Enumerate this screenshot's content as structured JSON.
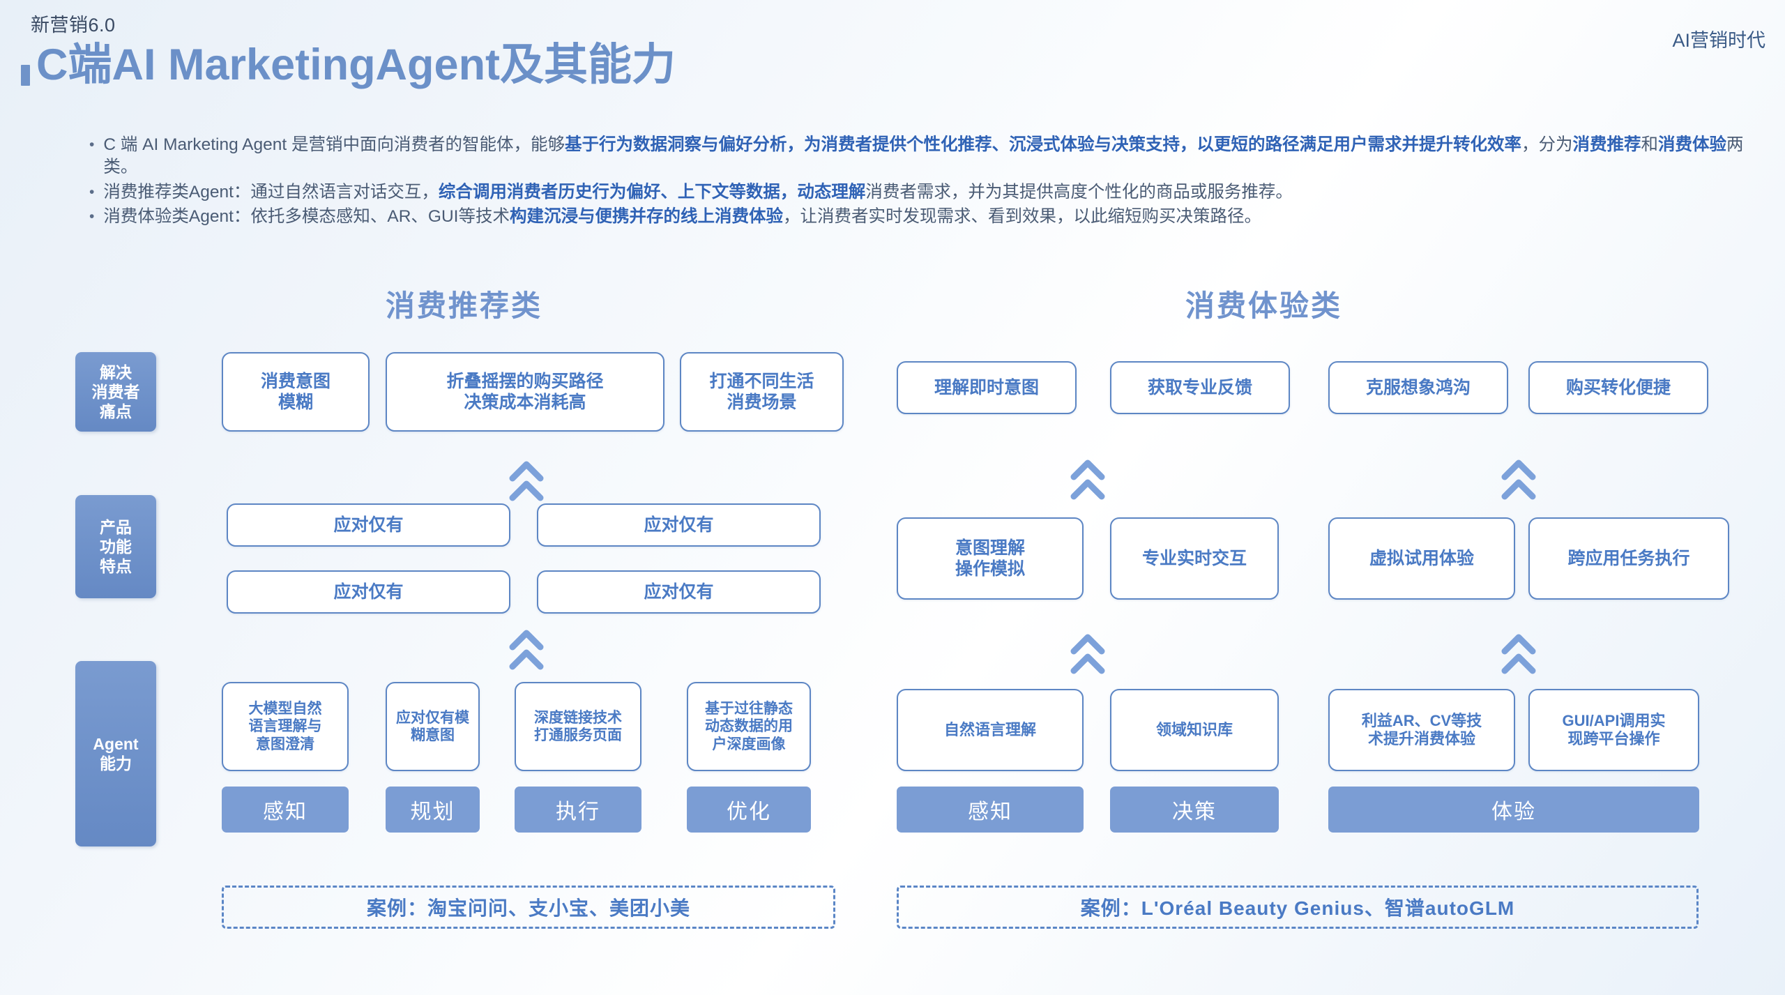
{
  "header": {
    "kicker": "新营销6.0",
    "era": "AI营销时代",
    "title": "C端AI MarketingAgent及其能力"
  },
  "bullets": [
    {
      "id": "bullet-1",
      "segments": [
        {
          "text": "C 端 AI Marketing Agent 是营销中面向消费者的智能体，能够",
          "bold": false
        },
        {
          "text": "基于行为数据洞察与偏好分析，为消费者提供个性化推荐、沉浸式体验与决策支持，以更短的路径满足用户需求并提升转化效率",
          "bold": true
        },
        {
          "text": "，分为",
          "bold": false
        },
        {
          "text": "消费推荐",
          "bold": true
        },
        {
          "text": "和",
          "bold": false
        },
        {
          "text": "消费体验",
          "bold": true
        },
        {
          "text": "两类。",
          "bold": false
        }
      ]
    },
    {
      "id": "bullet-2",
      "segments": [
        {
          "text": "消费推荐类Agent：通过自然语言对话交互，",
          "bold": false
        },
        {
          "text": "综合调用消费者历史行为偏好、上下文等数据，动态理解",
          "bold": true
        },
        {
          "text": "消费者需求，并为其提供高度个性化的商品或服务推荐。",
          "bold": false
        }
      ]
    },
    {
      "id": "bullet-3",
      "segments": [
        {
          "text": "消费体验类Agent：依托多模态感知、AR、GUI等技术",
          "bold": false
        },
        {
          "text": "构建沉浸与便携并存的线上消费体验",
          "bold": true
        },
        {
          "text": "，让消费者实时发现需求、看到效果，以此缩短购买决策路径。",
          "bold": false
        }
      ]
    }
  ],
  "columns": {
    "left_title": "消费推荐类",
    "right_title": "消费体验类"
  },
  "row_labels": {
    "pain": "解决\n消费者\n痛点",
    "pain_lines": [
      "解决",
      "消费者",
      "痛点"
    ],
    "feature_lines": [
      "产品",
      "功能",
      "特点"
    ],
    "agent_lines": [
      "Agent",
      "能力"
    ]
  },
  "left": {
    "pain_cards": [
      {
        "lines": [
          "消费意图",
          "模糊"
        ]
      },
      {
        "lines": [
          "折叠摇摆的购买路径",
          "决策成本消耗高"
        ]
      },
      {
        "lines": [
          "打通不同生活",
          "消费场景"
        ]
      }
    ],
    "feature_cards": [
      {
        "lines": [
          "应对仅有"
        ]
      },
      {
        "lines": [
          "应对仅有"
        ]
      },
      {
        "lines": [
          "应对仅有"
        ]
      },
      {
        "lines": [
          "应对仅有"
        ]
      }
    ],
    "ability_cards": [
      {
        "lines": [
          "大模型自然",
          "语言理解与",
          "意图澄清"
        ]
      },
      {
        "lines": [
          "应对仅有模",
          "糊意图"
        ]
      },
      {
        "lines": [
          "深度链接技术",
          "打通服务页面"
        ]
      },
      {
        "lines": [
          "基于过往静态",
          "动态数据的用",
          "户深度画像"
        ]
      }
    ],
    "stage_chips": [
      "感知",
      "规划",
      "执行",
      "优化"
    ],
    "case": "案例：淘宝问问、支小宝、美团小美"
  },
  "right": {
    "pain_cards": [
      {
        "lines": [
          "理解即时意图"
        ]
      },
      {
        "lines": [
          "获取专业反馈"
        ]
      },
      {
        "lines": [
          "克服想象鸿沟"
        ]
      },
      {
        "lines": [
          "购买转化便捷"
        ]
      }
    ],
    "feature_cards": [
      {
        "lines": [
          "意图理解",
          "操作模拟"
        ]
      },
      {
        "lines": [
          "专业实时交互"
        ]
      },
      {
        "lines": [
          "虚拟试用体验"
        ]
      },
      {
        "lines": [
          "跨应用任务执行"
        ]
      }
    ],
    "ability_cards": [
      {
        "lines": [
          "自然语言理解"
        ]
      },
      {
        "lines": [
          "领域知识库"
        ]
      },
      {
        "lines": [
          "利益AR、CV等技",
          "术提升消费体验"
        ]
      },
      {
        "lines": [
          "GUI/API调用实",
          "现跨平台操作"
        ]
      }
    ],
    "stage_chips": [
      "感知",
      "决策",
      "体验"
    ],
    "case": "案例：L'Oréal Beauty Genius、智谱autoGLM"
  },
  "colors": {
    "accent_blue": "#4a7ac4",
    "title_blue": "#6b90c8",
    "chip_blue": "#7b9dd4",
    "label_blue": "#6f92ca",
    "highlight": "#2f62b5",
    "body_text": "#4a5b74",
    "border": "#5d86c4"
  }
}
